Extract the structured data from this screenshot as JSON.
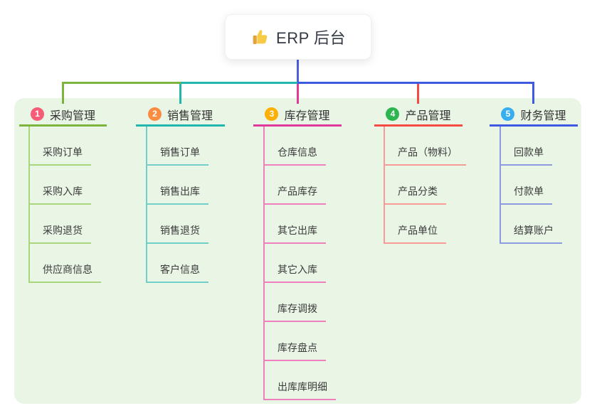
{
  "root": {
    "title": "ERP 后台",
    "icon": "thumbs-up-icon"
  },
  "canvas": {
    "background": "#e9f5e5"
  },
  "connectors": {
    "trunk_color": "#4c60df"
  },
  "branches": [
    {
      "badge": "1",
      "label": "采购管理",
      "color": "#7cb43d",
      "light_color": "#a9d57c",
      "badge_color": "#f65b77",
      "children": [
        "采购订单",
        "采购入库",
        "采购退货",
        "供应商信息"
      ]
    },
    {
      "badge": "2",
      "label": "销售管理",
      "color": "#22b7ae",
      "light_color": "#72cfc8",
      "badge_color": "#fa8c42",
      "children": [
        "销售订单",
        "销售出库",
        "销售退货",
        "客户信息"
      ]
    },
    {
      "badge": "3",
      "label": "库存管理",
      "color": "#df3a9b",
      "light_color": "#ef80bd",
      "badge_color": "#fbb003",
      "children": [
        "仓库信息",
        "产品库存",
        "其它出库",
        "其它入库",
        "库存调拨",
        "库存盘点",
        "出库库明细"
      ]
    },
    {
      "badge": "4",
      "label": "产品管理",
      "color": "#f64b43",
      "light_color": "#f79b96",
      "badge_color": "#2db64f",
      "children": [
        "产品（物料）",
        "产品分类",
        "产品单位"
      ]
    },
    {
      "badge": "5",
      "label": "财务管理",
      "color": "#3e5ae2",
      "light_color": "#8c9bdf",
      "badge_color": "#36aeef",
      "children": [
        "回款单",
        "付款单",
        "结算账户"
      ]
    }
  ]
}
